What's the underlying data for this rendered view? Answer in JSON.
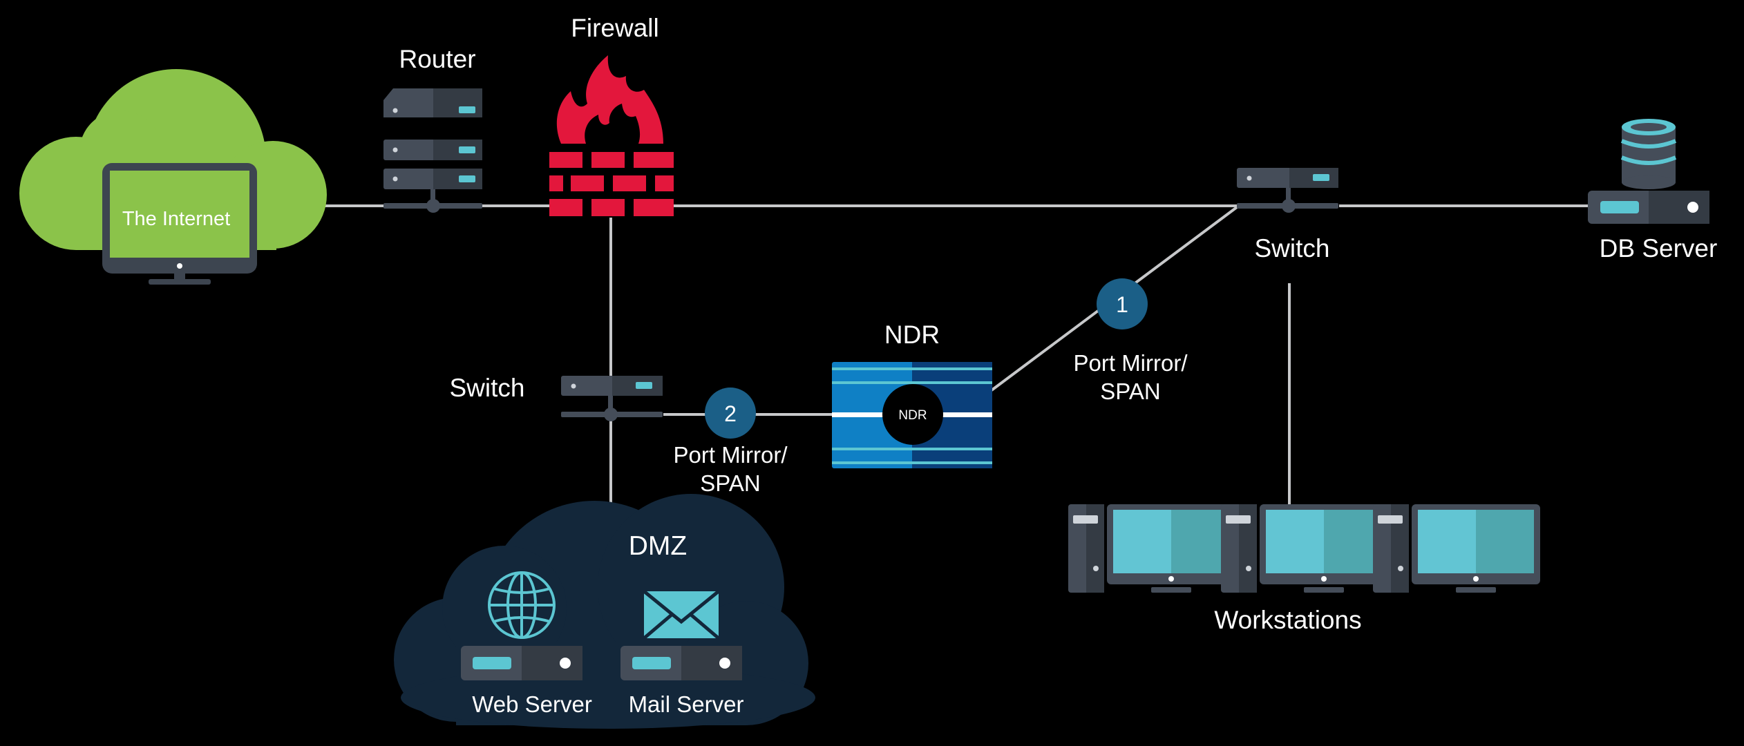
{
  "labels": {
    "internet": "The Internet",
    "router": "Router",
    "firewall": "Firewall",
    "switch_top": "Switch",
    "db_server": "DB Server",
    "switch_left": "Switch",
    "ndr_title": "NDR",
    "ndr_badge": "NDR",
    "tap1_number": "1",
    "tap1_line1": "Port Mirror/",
    "tap1_line2": "SPAN",
    "tap2_number": "2",
    "tap2_line1": "Port Mirror/",
    "tap2_line2": "SPAN",
    "dmz": "DMZ",
    "web_server": "Web Server",
    "mail_server": "Mail Server",
    "workstations": "Workstations"
  },
  "colors": {
    "background": "#000000",
    "line": "#c7c8ca",
    "internet_cloud": "#8bc34a",
    "firewall": "#e3173c",
    "device_body": "#454d59",
    "device_dark": "#343b44",
    "device_accent": "#5cc6d2",
    "ndr_blue": "#0f80c5",
    "ndr_dark": "#0a3f7a",
    "tap_badge": "#1b5f87",
    "dmz_cloud": "#13273a",
    "monitor_screen": "#62c5d3"
  },
  "icons": [
    "cloud-icon",
    "monitor-icon",
    "router-icon",
    "firewall-icon",
    "switch-icon",
    "database-icon",
    "server-icon",
    "globe-icon",
    "envelope-icon",
    "workstation-icon"
  ]
}
